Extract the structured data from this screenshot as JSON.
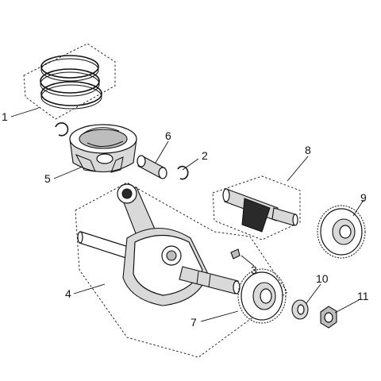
{
  "callouts": [
    {
      "id": "1",
      "label": "1"
    },
    {
      "id": "2",
      "label": "2"
    },
    {
      "id": "3",
      "label": "3"
    },
    {
      "id": "4",
      "label": "4"
    },
    {
      "id": "5",
      "label": "5"
    },
    {
      "id": "6",
      "label": "6"
    },
    {
      "id": "7",
      "label": "7"
    },
    {
      "id": "8",
      "label": "8"
    },
    {
      "id": "9",
      "label": "9"
    },
    {
      "id": "10",
      "label": "10"
    },
    {
      "id": "11",
      "label": "11"
    }
  ],
  "colors": {
    "ink": "#111111",
    "metal_light": "#d9d9d9",
    "metal_mid": "#bdbdbd",
    "dark": "#2a2a2a",
    "background": "#ffffff"
  }
}
